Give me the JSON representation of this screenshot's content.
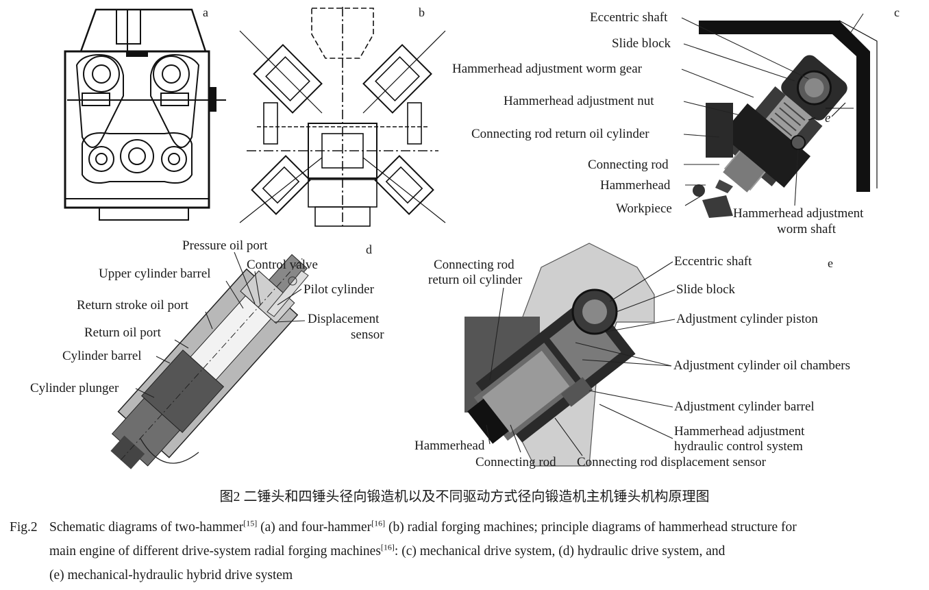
{
  "panels": {
    "a": "a",
    "b": "b",
    "c": "c",
    "d": "d",
    "e": "e"
  },
  "c_labels": {
    "eccentric_shaft": "Eccentric shaft",
    "slide_block": "Slide block",
    "worm_gear": "Hammerhead adjustment worm gear",
    "adj_nut": "Hammerhead adjustment nut",
    "return_cyl": "Connecting rod return oil cylinder",
    "connecting_rod": "Connecting rod",
    "hammerhead": "Hammerhead",
    "workpiece": "Workpiece",
    "worm_shaft_1": "Hammerhead adjustment",
    "worm_shaft_2": "worm shaft",
    "e_dim": "e"
  },
  "d_labels": {
    "pressure_oil_port": "Pressure oil port",
    "control_valve": "Control valve",
    "upper_barrel": "Upper cylinder barrel",
    "pilot_cylinder": "Pilot cylinder",
    "return_stroke_port": "Return stroke oil port",
    "displacement_1": "Displacement",
    "displacement_2": "sensor",
    "return_oil_port": "Return oil port",
    "cylinder_barrel": "Cylinder barrel",
    "cylinder_plunger": "Cylinder plunger"
  },
  "e_labels": {
    "return_cyl_1": "Connecting rod",
    "return_cyl_2": "return oil cylinder",
    "eccentric_shaft": "Eccentric shaft",
    "slide_block": "Slide block",
    "adj_piston": "Adjustment cylinder piston",
    "adj_chambers": "Adjustment cylinder oil chambers",
    "adj_barrel": "Adjustment cylinder barrel",
    "hyd_ctrl_1": "Hammerhead adjustment",
    "hyd_ctrl_2": "hydraulic control system",
    "hammerhead": "Hammerhead",
    "connecting_rod": "Connecting rod",
    "disp_sensor": "Connecting rod displacement sensor"
  },
  "caption": {
    "cn": "图2  二锤头和四锤头径向锻造机以及不同驱动方式径向锻造机主机锤头机构原理图",
    "fig_no": "Fig.2",
    "t1": "Schematic diagrams of two-hammer",
    "r1": "[15]",
    "t2": " (a) and four-hammer",
    "r2": "[16]",
    "t3": " (b) radial forging machines; principle diagrams of hammerhead structure for",
    "t4": "main engine of different drive-system radial forging machines",
    "r3": "[16]",
    "t5": ": (c) mechanical drive system, (d) hydraulic drive system, and",
    "t6": "(e) mechanical-hydraulic hybrid drive system"
  }
}
